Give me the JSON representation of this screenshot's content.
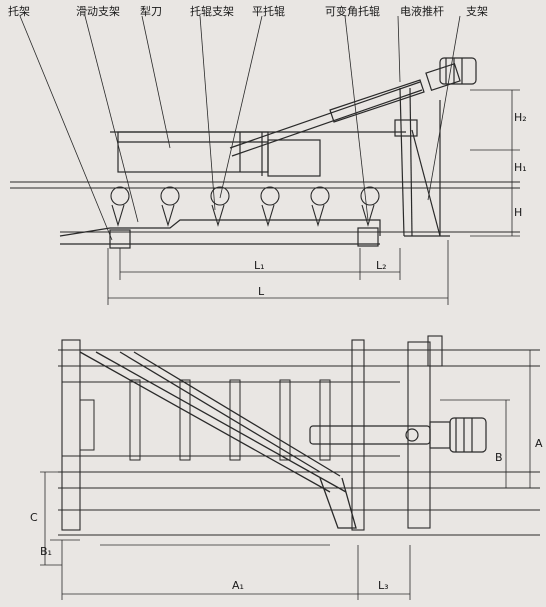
{
  "callouts": [
    "托架",
    "滑动支架",
    "犁刀",
    "托辊支架",
    "平托辊",
    "可变角托辊",
    "电液推杆",
    "支架"
  ],
  "dimensions": {
    "H2": "H₂",
    "H1": "H₁",
    "H": "H",
    "L1": "L₁",
    "L2": "L₂",
    "L": "L",
    "A": "A",
    "B": "B",
    "C": "C",
    "B1": "B₁",
    "A1": "A₁",
    "L3": "L₃"
  },
  "colors": {
    "ink": "#2a2a2a",
    "paper": "#e9e6e3"
  }
}
